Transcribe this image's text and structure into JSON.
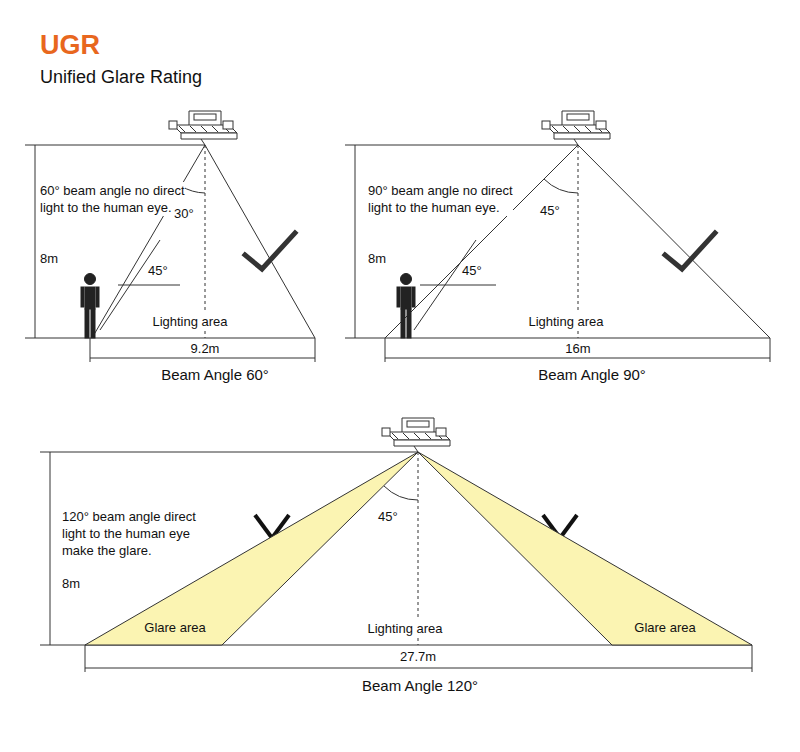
{
  "diagram": {
    "title": "UGR",
    "nodes": [
      {
        "text": [
          "Glare area"
        ]
      },
      {
        "text": [
          "Glare area"
        ]
      }
    ],
    "labels": [
      "Unified Glare Rating",
      "60° beam angle no direct light to the human eye.",
      "30°",
      "8m",
      "45°",
      "Lighting area",
      "9.2m",
      "Beam Angle 60°",
      "90° beam angle no direct light to the human eye.",
      "45°",
      "8m",
      "45°",
      "Lighting area",
      "16m",
      "Beam Angle 90°",
      "120° beam angle direct light to the human eye make the glare.",
      "45°",
      "8m",
      "Lighting area",
      "27.7m",
      "Beam Angle 120°"
    ]
  }
}
